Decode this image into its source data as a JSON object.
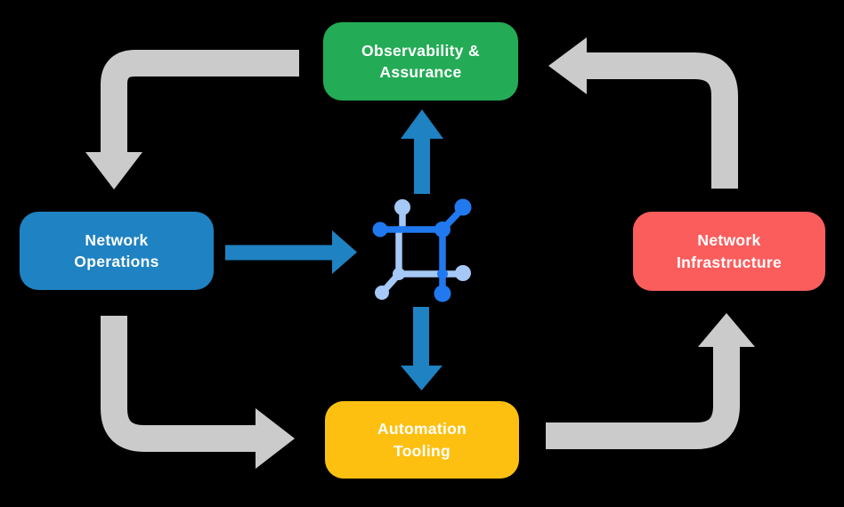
{
  "diagram": {
    "center_icon": "network-automation-icon",
    "nodes": [
      {
        "id": "observability-assurance",
        "label": "Observability &\nAssurance",
        "color": "#23ab55",
        "position": "top"
      },
      {
        "id": "network-operations",
        "label": "Network\nOperations",
        "color": "#1f82c2",
        "position": "left"
      },
      {
        "id": "network-infrastructure",
        "label": "Network\nInfrastructure",
        "color": "#fb5d5d",
        "position": "right"
      },
      {
        "id": "automation-tooling",
        "label": "Automation\nTooling",
        "color": "#fdc010",
        "position": "bottom"
      }
    ],
    "cycle_arrows": [
      {
        "from": "observability-assurance",
        "to": "network-operations",
        "corner": "top-left",
        "color": "#cbcbcb"
      },
      {
        "from": "network-operations",
        "to": "automation-tooling",
        "corner": "bottom-left",
        "color": "#cbcbcb"
      },
      {
        "from": "automation-tooling",
        "to": "network-infrastructure",
        "corner": "bottom-right",
        "color": "#cbcbcb"
      },
      {
        "from": "network-infrastructure",
        "to": "observability-assurance",
        "corner": "top-right",
        "color": "#cbcbcb"
      }
    ],
    "center_arrows": [
      {
        "from": "network-operations",
        "to": "center",
        "direction": "right",
        "color": "#1f82c2"
      },
      {
        "from": "center",
        "to": "observability-assurance",
        "direction": "up",
        "color": "#1f82c2"
      },
      {
        "from": "center",
        "to": "automation-tooling",
        "direction": "down",
        "color": "#1f82c2"
      }
    ]
  },
  "colors": {
    "background": "#000000",
    "green": "#23ab55",
    "blue": "#1f82c2",
    "red": "#fb5d5d",
    "yellow": "#fdc010",
    "gray": "#cbcbcb",
    "arrow-blue": "#1f82c2",
    "icon-dark": "#2079ef",
    "icon-light": "#a6c8f7",
    "text": "#ffffff"
  }
}
